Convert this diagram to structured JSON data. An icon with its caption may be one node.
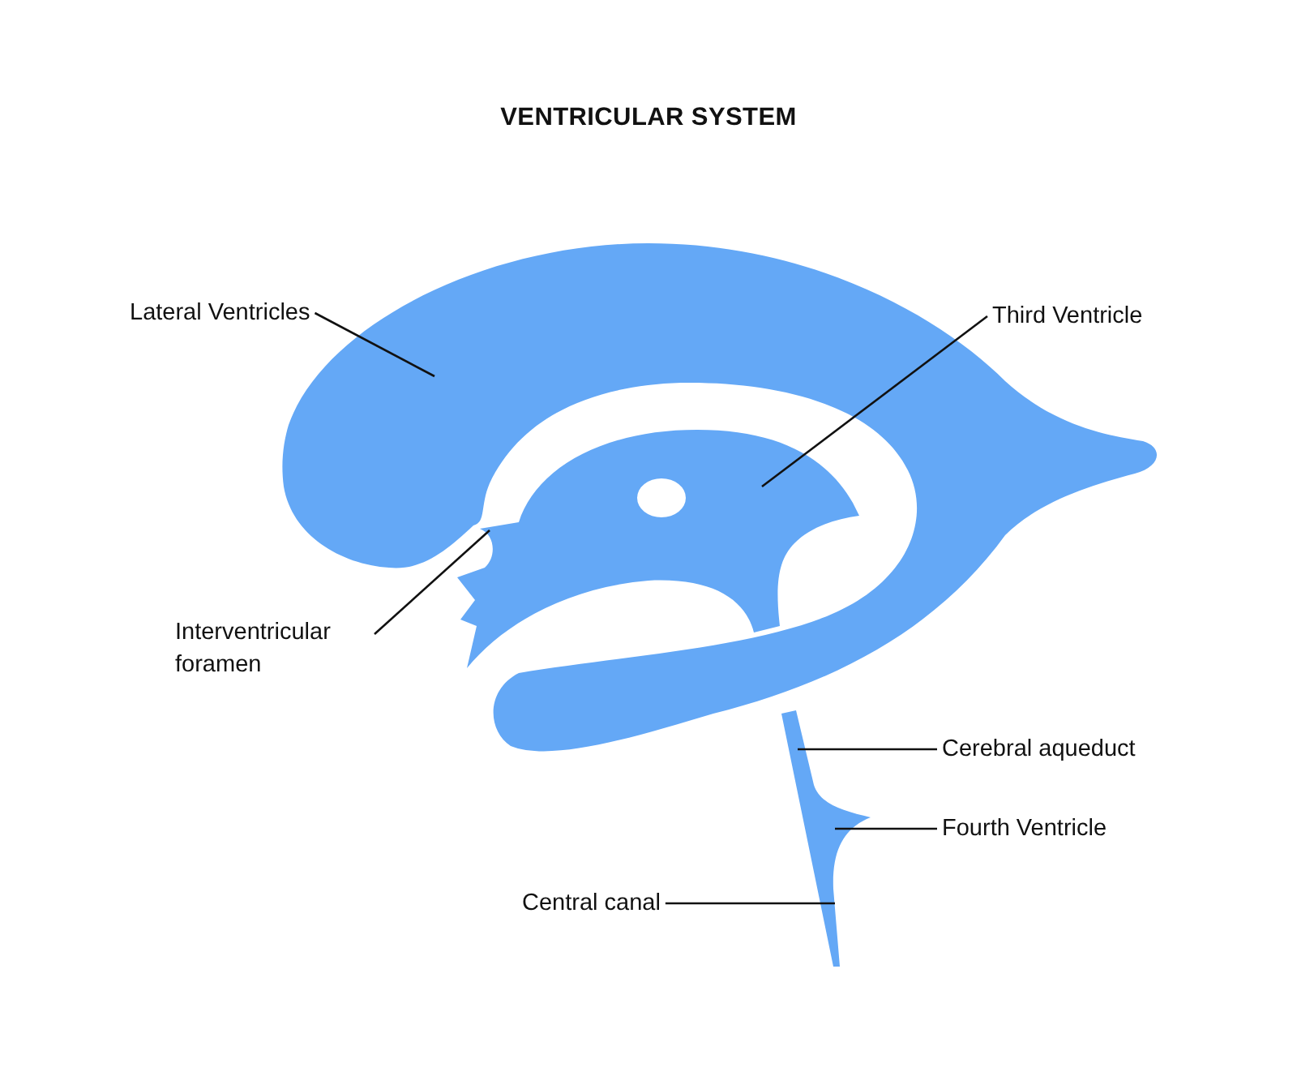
{
  "diagram": {
    "title": "VENTRICULAR SYSTEM",
    "nodes": [
      {
        "text": [
          "Lateral Ventricles"
        ]
      },
      {
        "text": [
          "Third Ventricle"
        ]
      },
      {
        "text": [
          "Interventricular foramen"
        ]
      },
      {
        "text": [
          "Cerebral aqueduct"
        ]
      },
      {
        "text": [
          "Fourth Ventricle"
        ]
      },
      {
        "text": [
          "Central canal"
        ]
      }
    ],
    "edges": [
      {
        "from": 0,
        "to": null,
        "arrow": "none"
      },
      {
        "from": 1,
        "to": null,
        "arrow": "none"
      },
      {
        "from": 2,
        "to": null,
        "arrow": "none"
      },
      {
        "from": 3,
        "to": null,
        "arrow": "none"
      },
      {
        "from": 4,
        "to": null,
        "arrow": "none"
      },
      {
        "from": 5,
        "to": null,
        "arrow": "none"
      }
    ]
  }
}
